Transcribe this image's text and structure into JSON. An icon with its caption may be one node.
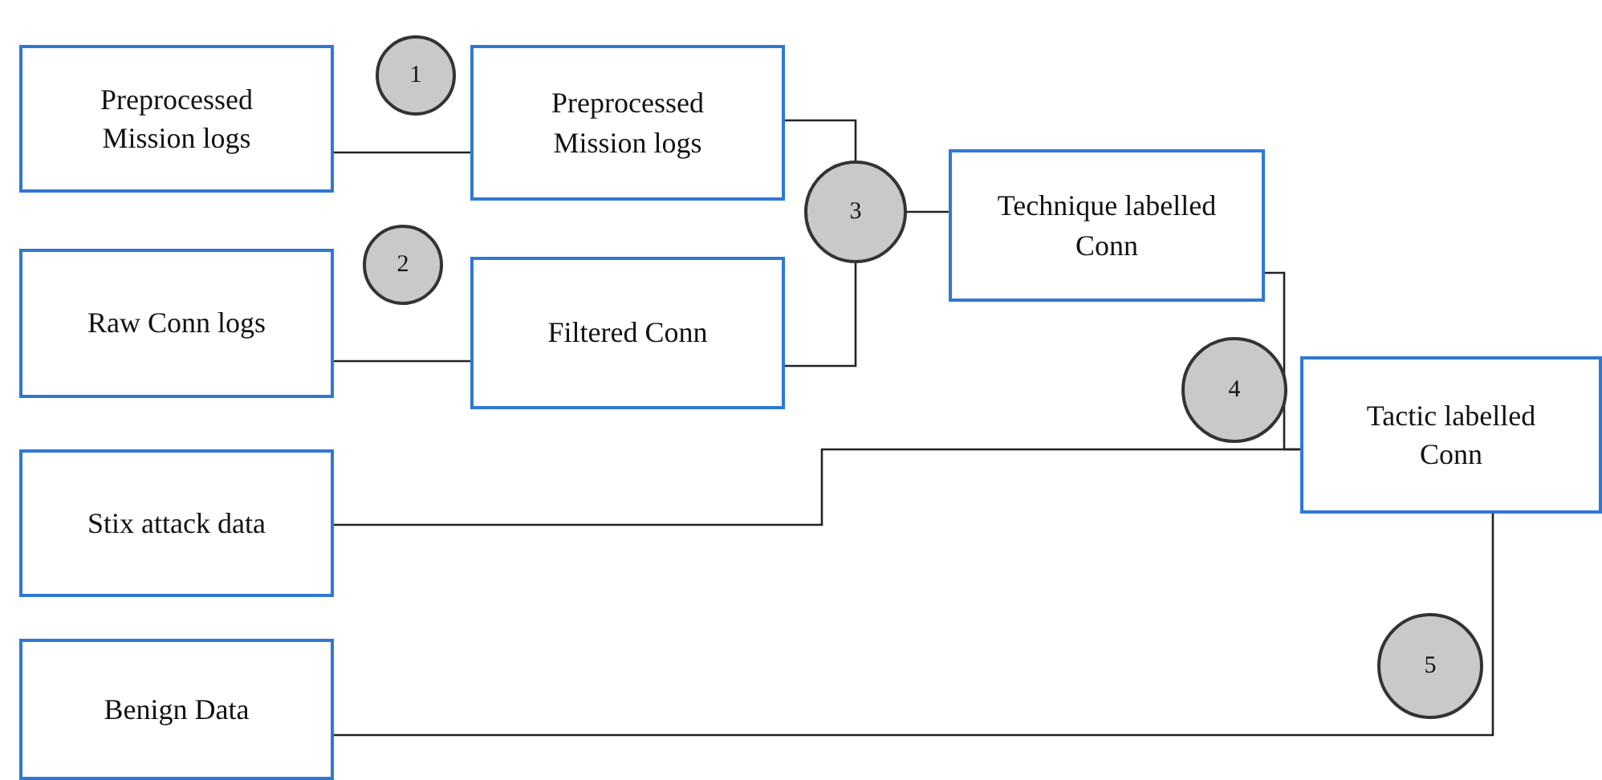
{
  "diagram": {
    "nodes": [
      {
        "text": [
          "Preprocessed Mission logs"
        ]
      },
      {
        "text": [
          "1"
        ]
      },
      {
        "text": [
          "Preprocessed Mission logs"
        ]
      },
      {
        "text": [
          "Raw Conn logs"
        ]
      },
      {
        "text": [
          "2"
        ]
      },
      {
        "text": [
          "Filtered Conn"
        ]
      },
      {
        "text": [
          "3"
        ]
      },
      {
        "text": [
          "Technique labelled Conn"
        ]
      },
      {
        "text": [
          "Stix attack data"
        ]
      },
      {
        "text": [
          "4"
        ]
      },
      {
        "text": [
          "Tactic labelled Conn"
        ]
      },
      {
        "text": [
          "Benign Data"
        ]
      },
      {
        "text": [
          "5"
        ]
      }
    ],
    "edges": [
      {
        "from": 0,
        "to": 2,
        "arrow": "none"
      },
      {
        "from": 3,
        "to": 5,
        "arrow": "none"
      },
      {
        "from": 2,
        "to": 6,
        "arrow": "none"
      },
      {
        "from": 5,
        "to": 6,
        "arrow": "none"
      },
      {
        "from": 6,
        "to": 7,
        "arrow": "none"
      },
      {
        "from": 7,
        "to": 10,
        "arrow": "none"
      },
      {
        "from": 8,
        "to": 10,
        "arrow": "none"
      },
      {
        "from": 11,
        "to": 10,
        "arrow": "none"
      }
    ]
  }
}
